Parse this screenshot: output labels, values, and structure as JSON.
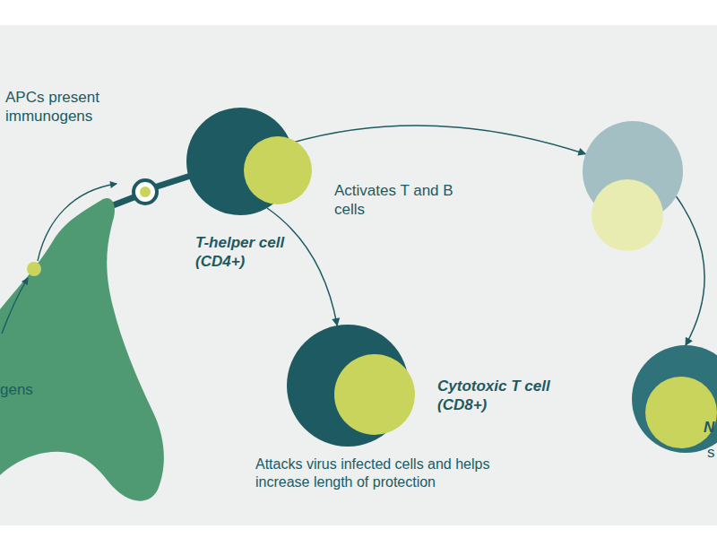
{
  "diagram": {
    "nodes": [
      {
        "text": [
          "gens"
        ]
      },
      {
        "text": [
          "T-helper cell (CD4+)"
        ]
      },
      {
        "text": [
          "Cytotoxic T cell (CD8+)",
          "Attacks virus infected cells and helps increase length of protection"
        ]
      },
      {
        "text": []
      },
      {
        "text": [
          "N",
          "s"
        ]
      }
    ],
    "edges": [
      {
        "from": 1,
        "to": 3,
        "arrow": "to"
      },
      {
        "from": 1,
        "to": 2,
        "arrow": "to"
      },
      {
        "from": 3,
        "to": 4,
        "arrow": "to"
      }
    ],
    "labels": [
      "APCs present immunogens",
      "Activates T and B cells"
    ]
  }
}
